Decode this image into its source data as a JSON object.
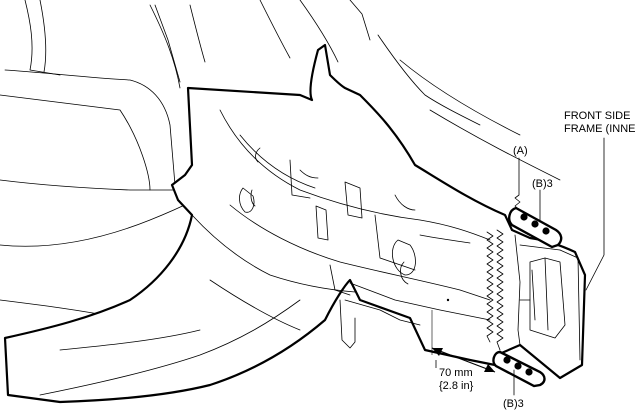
{
  "diagram": {
    "labels": {
      "part_name_line1": "FRONT SIDE",
      "part_name_line2": "FRAME (INNER)",
      "callout_a": "(A)",
      "callout_b_upper": "(B)3",
      "callout_b_lower": "(B)3",
      "dimension_metric": "70 mm",
      "dimension_imperial": "{2.8 in}"
    }
  }
}
